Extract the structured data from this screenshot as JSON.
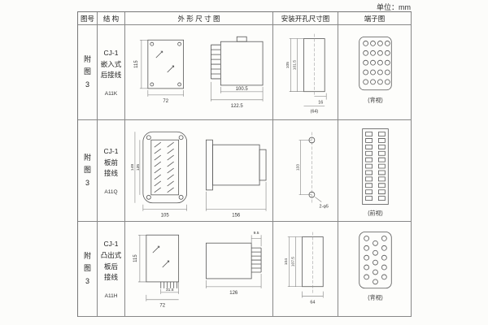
{
  "unit_label": "单位：mm",
  "headers": {
    "fig": "图号",
    "structure": "结 构",
    "outline": "外 形 尺 寸 图",
    "mounting": "安装开孔尺寸图",
    "terminal": "端子图"
  },
  "rows": [
    {
      "fig": "附\n图\n3",
      "name": "CJ-1\n嵌入式\n后接线",
      "code": "A11K",
      "outline": {
        "d1": "115",
        "d2": "72",
        "d3": "100.5",
        "d4": "122.5"
      },
      "mounting": {
        "d1": "101.5",
        "d2": "105",
        "d3": "16",
        "d4": "(64)"
      },
      "terminal_view": "(背视)"
    },
    {
      "fig": "附\n图\n3",
      "name": "CJ-1\n板前\n接线",
      "code": "A11Q",
      "outline": {
        "d1": "149",
        "d2": "135",
        "d3": "105",
        "d4": "156"
      },
      "mounting": {
        "d1": "133",
        "d2": "2-φ5"
      },
      "terminal_view": "(前视)"
    },
    {
      "fig": "附\n图\n3",
      "name": "CJ-1\n凸出式\n板后\n接线",
      "code": "A11H",
      "outline": {
        "d1": "115",
        "d2": "72",
        "d3": "31.5",
        "d4": "9.5",
        "d5": "126"
      },
      "mounting": {
        "d1": "107.5",
        "d2": "104",
        "d3": "64"
      },
      "terminal_view": "(背视)"
    }
  ]
}
